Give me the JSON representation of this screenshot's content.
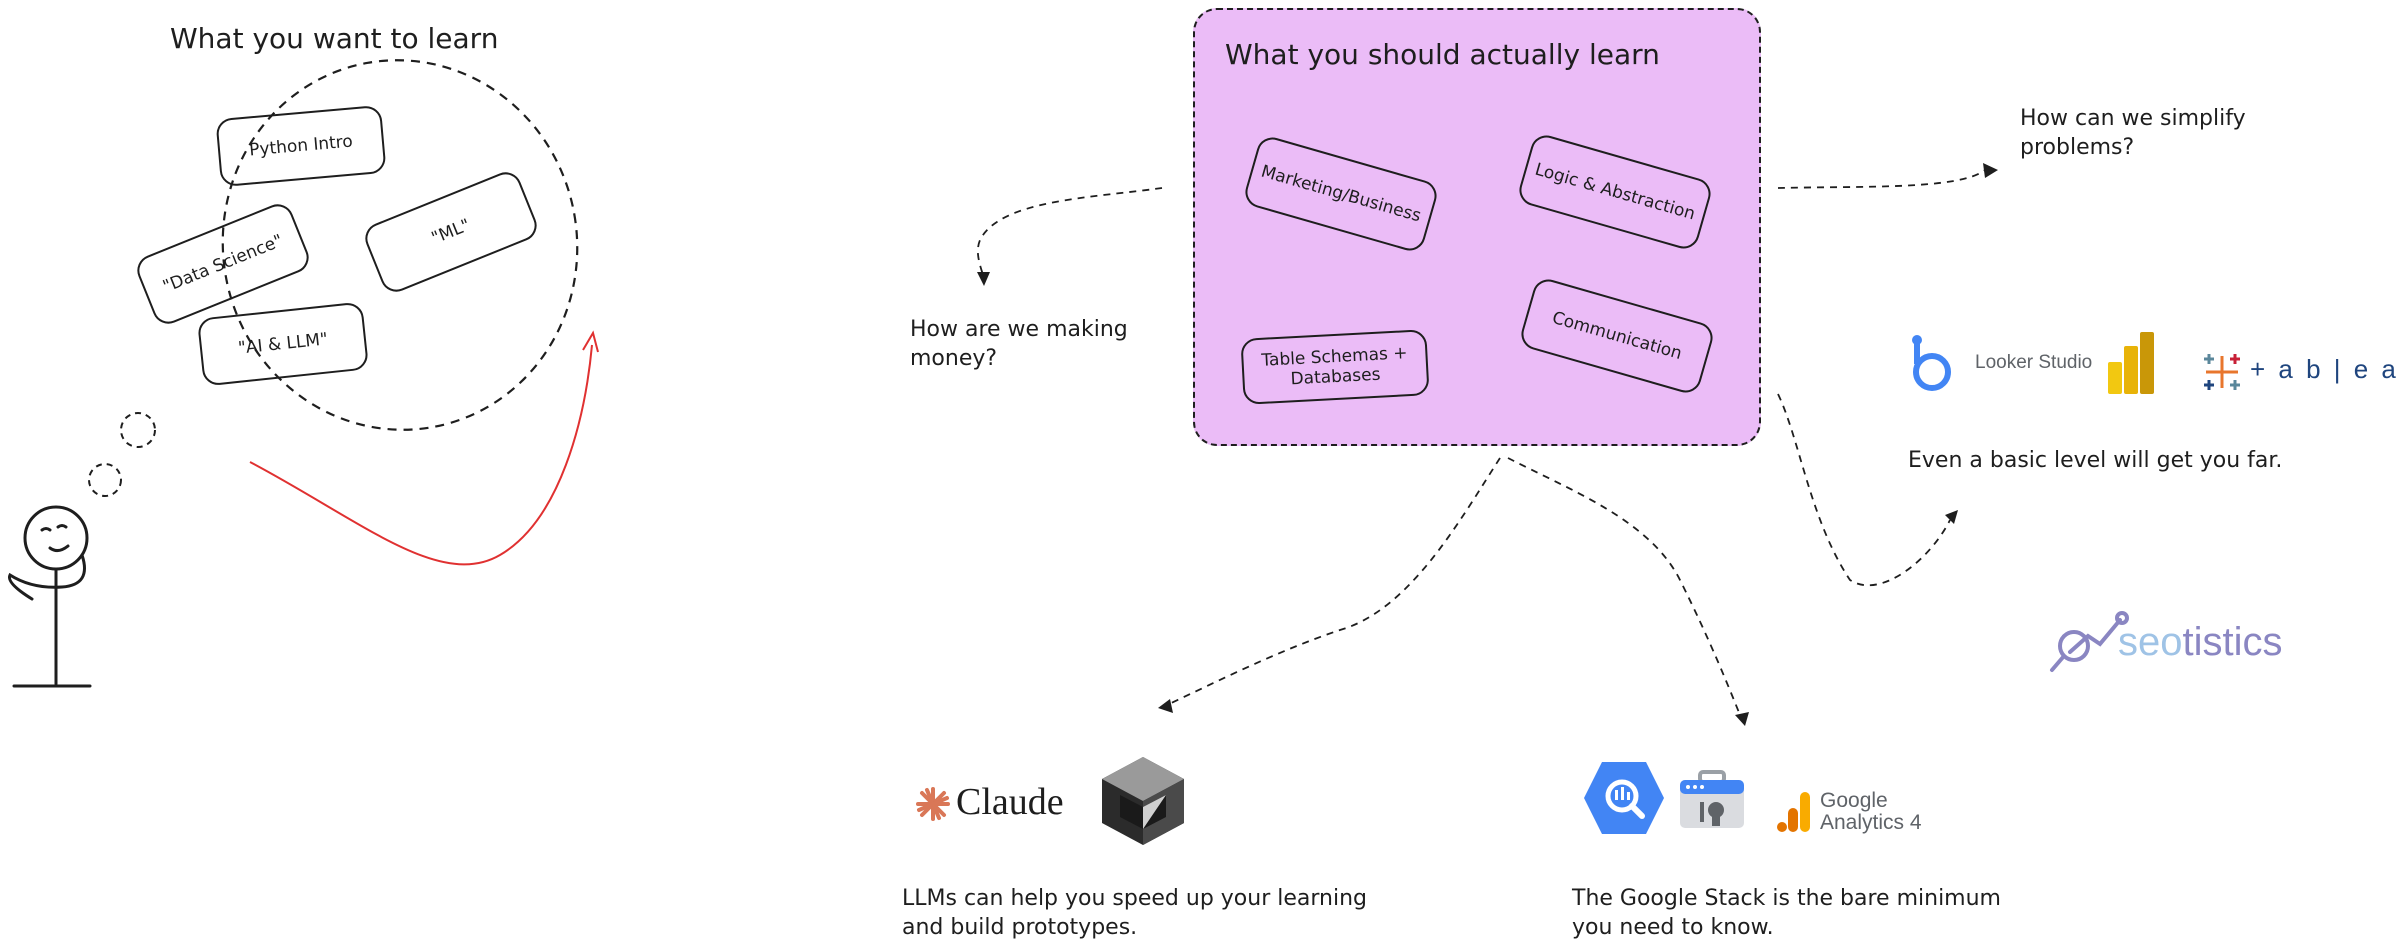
{
  "left": {
    "title": "What you want to learn",
    "bubble_items": [
      "Python Intro",
      "\"Data Science\"",
      "\"ML\"",
      "\"AI & LLM\""
    ]
  },
  "center": {
    "title": "What you should actually learn",
    "skills": [
      "Marketing/Business",
      "Logic & Abstraction",
      "Table Schemas + Databases",
      "Communication"
    ]
  },
  "questions": {
    "money": "How are we making money?",
    "simplify": "How can we simplify problems?"
  },
  "bi": {
    "looker_label": "Looker Studio",
    "tableau_label": "+ a b | e a u",
    "caption": "Even a basic level will get you far."
  },
  "llm": {
    "claude_label": "Claude",
    "caption_line1": "LLMs can help you speed up your learning",
    "caption_line2": "and build prototypes."
  },
  "google": {
    "ga_line1": "Google",
    "ga_line2": "Analytics 4",
    "caption_line1": "The Google Stack is the bare minimum",
    "caption_line2": "you need to know."
  },
  "brand": {
    "seo": "seo",
    "tistics": "tistics"
  },
  "colors": {
    "board": "#ebbcf7",
    "arrow_red": "#e03131",
    "ink": "#1e1e1e",
    "claude": "#d97757",
    "bigquery": "#4285f4",
    "looker": "#4285f4",
    "powerbi": "#f2c811",
    "ga": "#f9ab00",
    "seotistics_icon": "#8a86c2",
    "seotistics_text": "#9fc3e6"
  }
}
